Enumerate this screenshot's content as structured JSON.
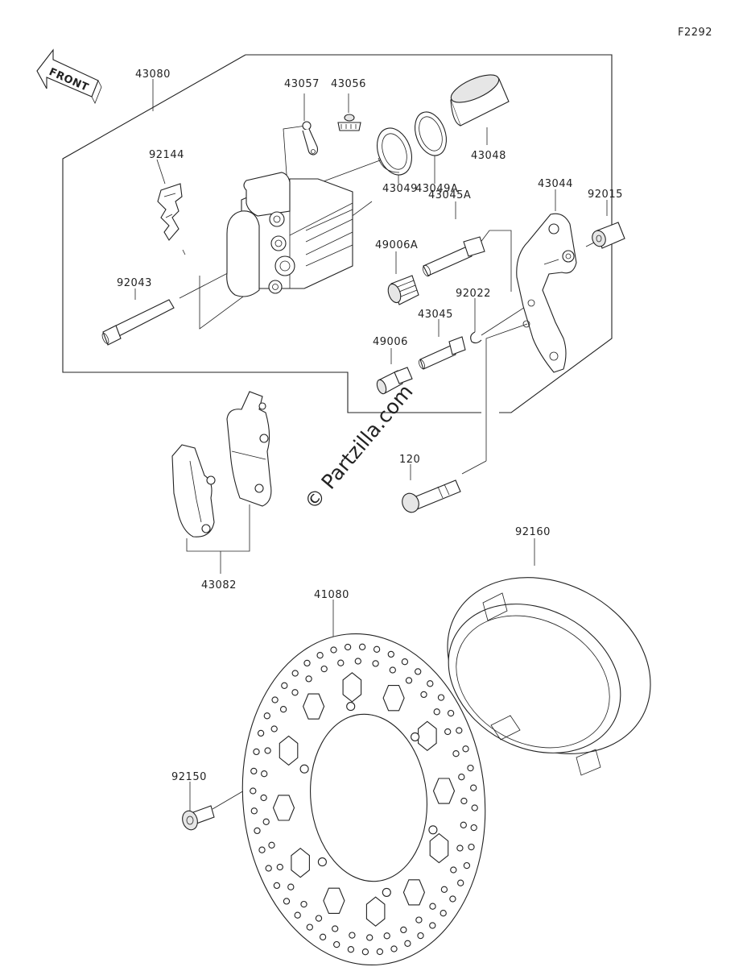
{
  "figure_code": "F2292",
  "front_label": "FRONT",
  "watermark": "© Partzilla.com",
  "parts": {
    "p43080": "43080",
    "p43057": "43057",
    "p43056": "43056",
    "p43048": "43048",
    "p92144": "92144",
    "p43049": "43049",
    "p43049A": "43049A",
    "p43044": "43044",
    "p92015": "92015",
    "p43045A": "43045A",
    "p49006A": "49006A",
    "p92043": "92043",
    "p92022": "92022",
    "p43045": "43045",
    "p49006": "49006",
    "p120": "120",
    "p43082": "43082",
    "p92160": "92160",
    "p41080": "41080",
    "p92150": "92150"
  }
}
